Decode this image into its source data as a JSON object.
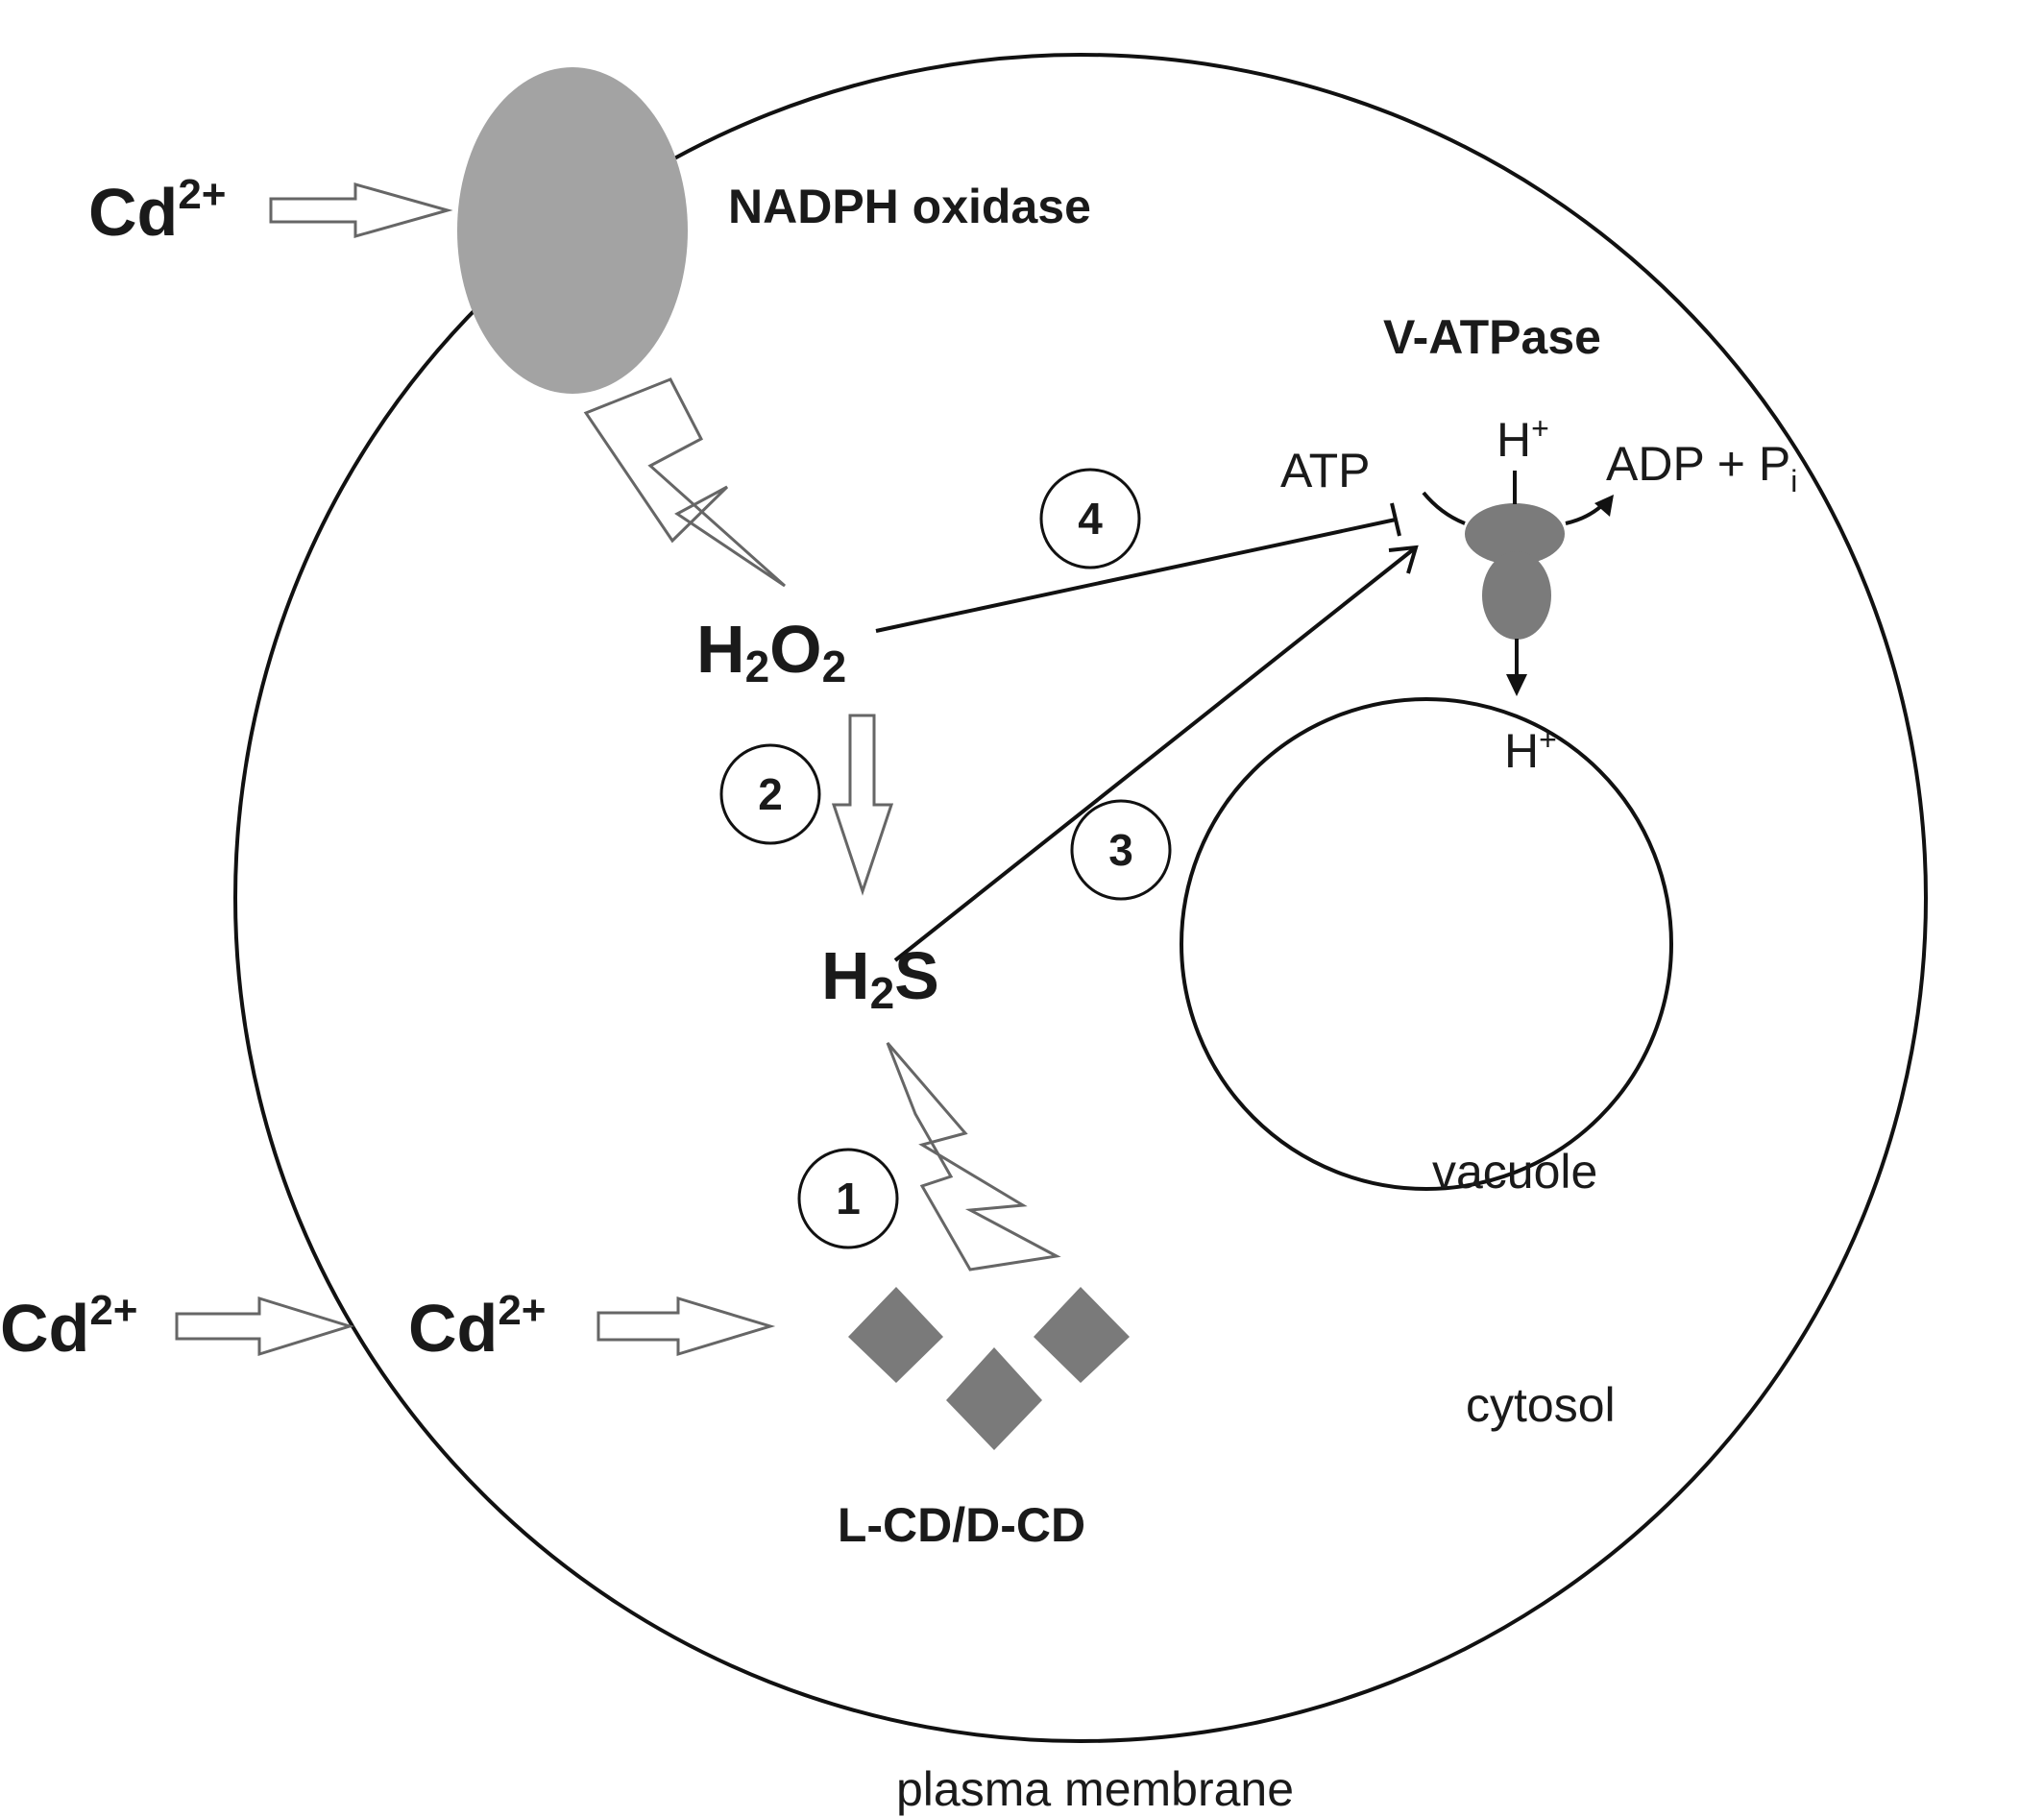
{
  "labels": {
    "cd_top": "Cd",
    "cd_top_charge": "2+",
    "cd_outside": "Cd",
    "cd_outside_charge": "2+",
    "cd_inside": "Cd",
    "cd_inside_charge": "2+",
    "nadph_oxidase": "NADPH oxidase",
    "v_atpase": "V-ATPase",
    "atp": "ATP",
    "h_top": "H",
    "h_top_charge": "+",
    "adp_pi": "ADP + P",
    "adp_pi_sub": "i",
    "h_bottom": "H",
    "h_bottom_charge": "+",
    "h2o2_h": "H",
    "h2o2_sub1": "2",
    "h2o2_o": "O",
    "h2o2_sub2": "2",
    "h2s_h": "H",
    "h2s_sub": "2",
    "h2s_s": "S",
    "step_1": "1",
    "step_2": "2",
    "step_3": "3",
    "step_4": "4",
    "vacuole": "vacuole",
    "cytosol": "cytosol",
    "l_cd_d_cd": "L-CD/D-CD",
    "plasma_membrane": "plasma membrane"
  },
  "colors": {
    "stroke": "#111111",
    "protein_fill": "#a3a3a3",
    "atpase_fill": "#7b7b7b",
    "enzyme_fill": "#7a7a7a",
    "hollow_arrow_stroke": "#666666"
  },
  "icons": {
    "signal": "lightning-bolt-icon",
    "transport": "hollow-block-arrow-icon",
    "activation": "open-arrowhead-icon",
    "inhibition": "t-bar-inhibition-icon"
  }
}
